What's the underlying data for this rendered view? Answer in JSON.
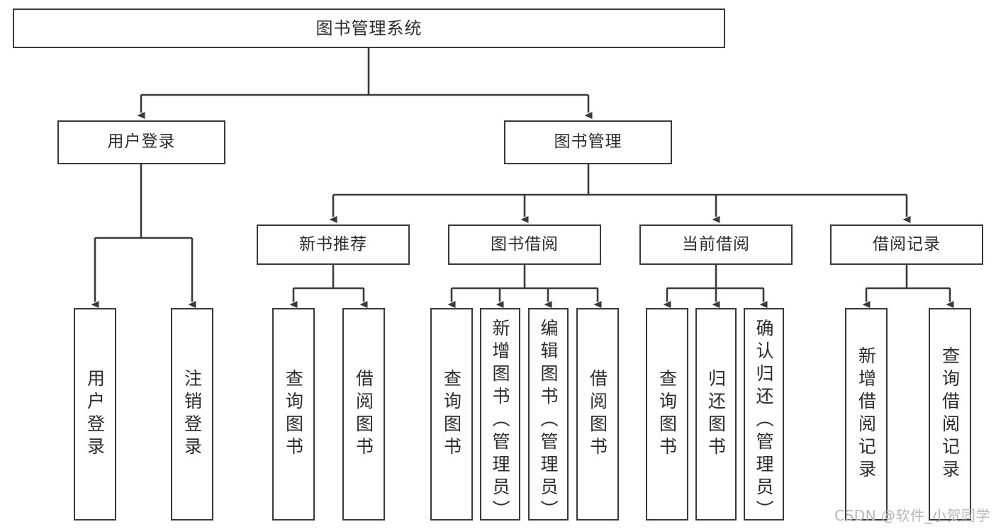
{
  "diagram": {
    "title": "图书管理系统",
    "watermark": "CSDN @软件_小贺同学",
    "line_color": "#3a3a3a",
    "text_color": "#2b2b2b",
    "background": "#ffffff",
    "root": {
      "label": "图书管理系统"
    },
    "level2": [
      {
        "label": "用户登录"
      },
      {
        "label": "图书管理"
      }
    ],
    "level3": [
      {
        "label": "新书推荐"
      },
      {
        "label": "图书借阅"
      },
      {
        "label": "当前借阅"
      },
      {
        "label": "借阅记录"
      }
    ],
    "leaves": [
      {
        "label": "用户登录"
      },
      {
        "label": "注销登录"
      },
      {
        "label": "查询图书"
      },
      {
        "label": "借阅图书"
      },
      {
        "label": "查询图书"
      },
      {
        "label": "新增图书（管理员）"
      },
      {
        "label": "编辑图书（管理员）"
      },
      {
        "label": "借阅图书"
      },
      {
        "label": "查询图书"
      },
      {
        "label": "归还图书"
      },
      {
        "label": "确认归还（管理员）"
      },
      {
        "label": "新增借阅记录"
      },
      {
        "label": "查询借阅记录"
      }
    ]
  }
}
